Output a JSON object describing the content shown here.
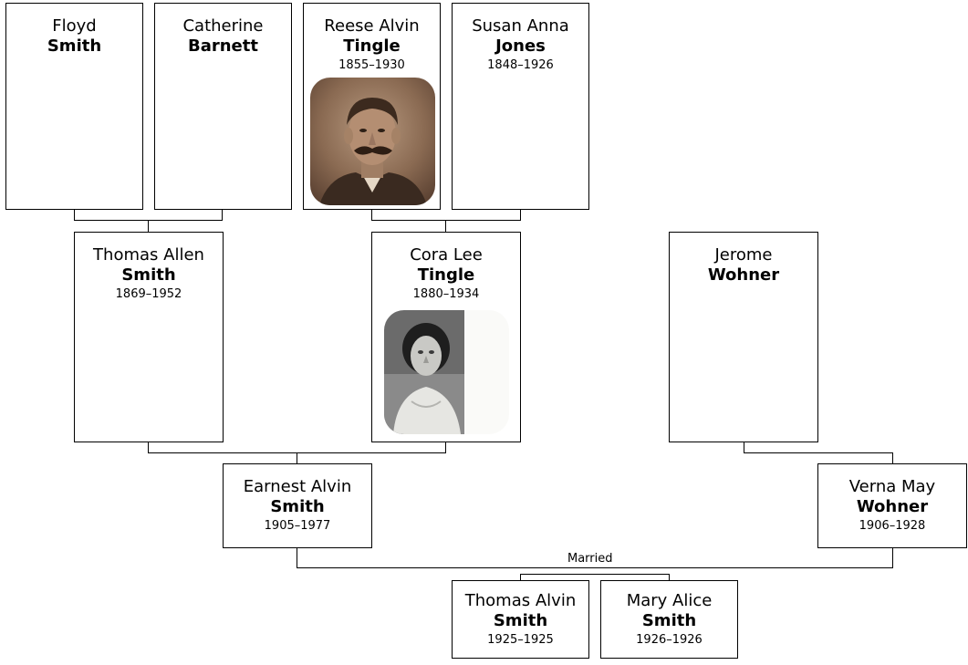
{
  "people": {
    "floyd": {
      "given": "Floyd",
      "surname": "Smith",
      "dates": ""
    },
    "catherine": {
      "given": "Catherine",
      "surname": "Barnett",
      "dates": ""
    },
    "reese": {
      "given": "Reese Alvin",
      "surname": "Tingle",
      "dates": "1855–1930",
      "photo": "portrait-photo"
    },
    "susan": {
      "given": "Susan Anna",
      "surname": "Jones",
      "dates": "1848–1926"
    },
    "thomas_allen": {
      "given": "Thomas Allen",
      "surname": "Smith",
      "dates": "1869–1952"
    },
    "cora": {
      "given": "Cora Lee",
      "surname": "Tingle",
      "dates": "1880–1934",
      "photo": "portrait-photo"
    },
    "jerome": {
      "given": "Jerome",
      "surname": "Wohner",
      "dates": ""
    },
    "earnest": {
      "given": "Earnest Alvin",
      "surname": "Smith",
      "dates": "1905–1977"
    },
    "verna": {
      "given": "Verna May",
      "surname": "Wohner",
      "dates": "1906–1928"
    },
    "thomas_alvin": {
      "given": "Thomas Alvin",
      "surname": "Smith",
      "dates": "1925–1925"
    },
    "mary": {
      "given": "Mary Alice",
      "surname": "Smith",
      "dates": "1926–1926"
    }
  },
  "relations": {
    "married_label": "Married"
  },
  "colors": {
    "line": "#000000",
    "card_border": "#000000",
    "sepia": "#8a6a52",
    "bw_photo": "#6b6b6b"
  }
}
